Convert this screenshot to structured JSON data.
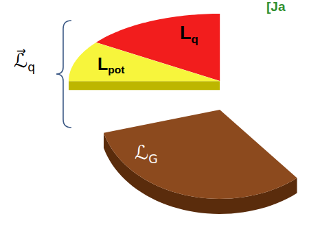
{
  "diagram": {
    "nodes": [
      {
        "text": [
          "Lq"
        ]
      },
      {
        "text": [
          "Lpot"
        ]
      },
      {
        "text": [
          "ℒG"
        ]
      }
    ],
    "labels": [
      "ℒ⃗q",
      "[Ja"
    ]
  }
}
